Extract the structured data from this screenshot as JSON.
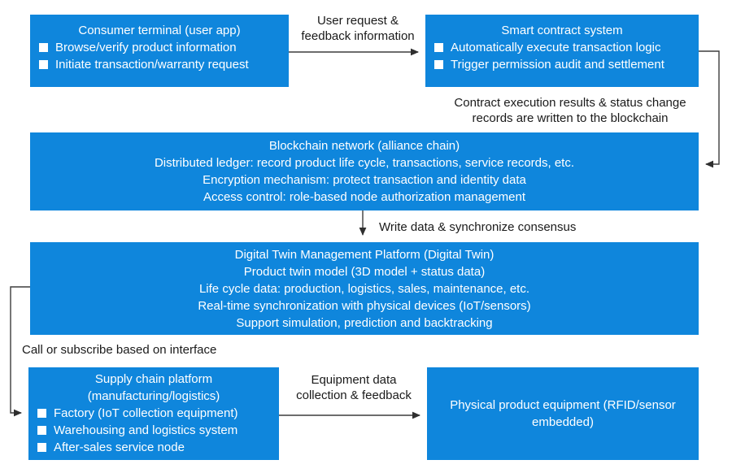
{
  "colors": {
    "box_fill": "#0f86dc",
    "box_text": "#ffffff",
    "label_text": "#1a1a1a",
    "connector": "#3d3d3d"
  },
  "icons": {
    "bullet": "white-square-bullet"
  },
  "boxes": {
    "consumer": {
      "title": "Consumer terminal (user app)",
      "bullets": [
        "Browse/verify product information",
        "Initiate transaction/warranty request"
      ]
    },
    "smart_contract": {
      "title": "Smart contract system",
      "bullets": [
        "Automatically execute transaction logic",
        "Trigger permission audit and settlement"
      ]
    },
    "blockchain": {
      "lines": [
        "Blockchain network (alliance chain)",
        "Distributed ledger: record product life cycle, transactions, service records, etc.",
        "Encryption mechanism: protect transaction and identity data",
        "Access control: role-based node authorization management"
      ]
    },
    "digital_twin": {
      "lines": [
        "Digital Twin Management Platform (Digital Twin)",
        "Product twin model (3D model + status data)",
        "Life cycle data: production, logistics, sales, maintenance, etc.",
        "Real-time synchronization with physical devices (IoT/sensors)",
        "Support simulation, prediction and backtracking"
      ]
    },
    "supply_chain": {
      "title_lines": [
        "Supply chain platform",
        "(manufacturing/logistics)"
      ],
      "bullets": [
        "Factory (IoT collection equipment)",
        "Warehousing and logistics system",
        "After-sales service node"
      ]
    },
    "physical": {
      "text": "Physical product equipment (RFID/sensor embedded)"
    }
  },
  "edge_labels": {
    "user_request": [
      "User request &",
      "feedback information"
    ],
    "contract_results": [
      "Contract execution results & status change",
      "records are written to the blockchain"
    ],
    "write_data": "Write data & synchronize consensus",
    "call_subscribe": "Call or subscribe based on interface",
    "equipment_data": [
      "Equipment data",
      "collection & feedback"
    ]
  }
}
